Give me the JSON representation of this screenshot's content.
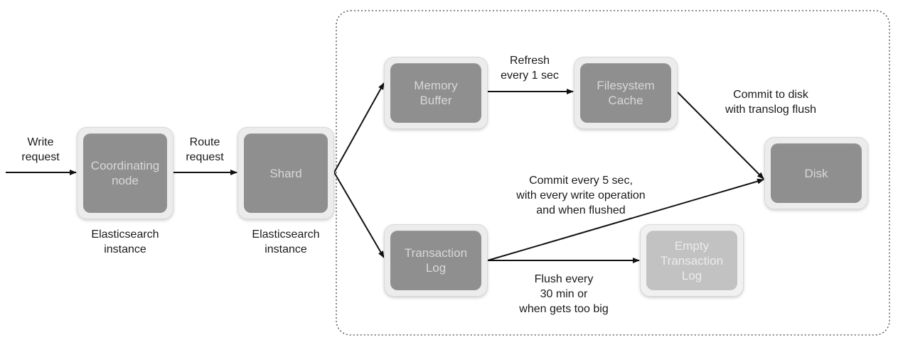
{
  "nodes": {
    "coordinating": "Coordinating\nnode",
    "shard": "Shard",
    "memory_buffer": "Memory\nBuffer",
    "filesystem_cache": "Filesystem\nCache",
    "disk": "Disk",
    "transaction_log": "Transaction\nLog",
    "empty_transaction_log": "Empty\nTransaction\nLog"
  },
  "labels": {
    "write_request": "Write\nrequest",
    "route_request": "Route\nrequest",
    "instance_1": "Elasticsearch\ninstance",
    "instance_2": "Elasticsearch\ninstance",
    "refresh": "Refresh\nevery 1 sec",
    "commit_disk": "Commit to disk\nwith translog flush",
    "commit_5sec": "Commit every 5 sec,\nwith every write operation\nand when flushed",
    "flush": "Flush every\n30 min or\nwhen gets too big"
  }
}
